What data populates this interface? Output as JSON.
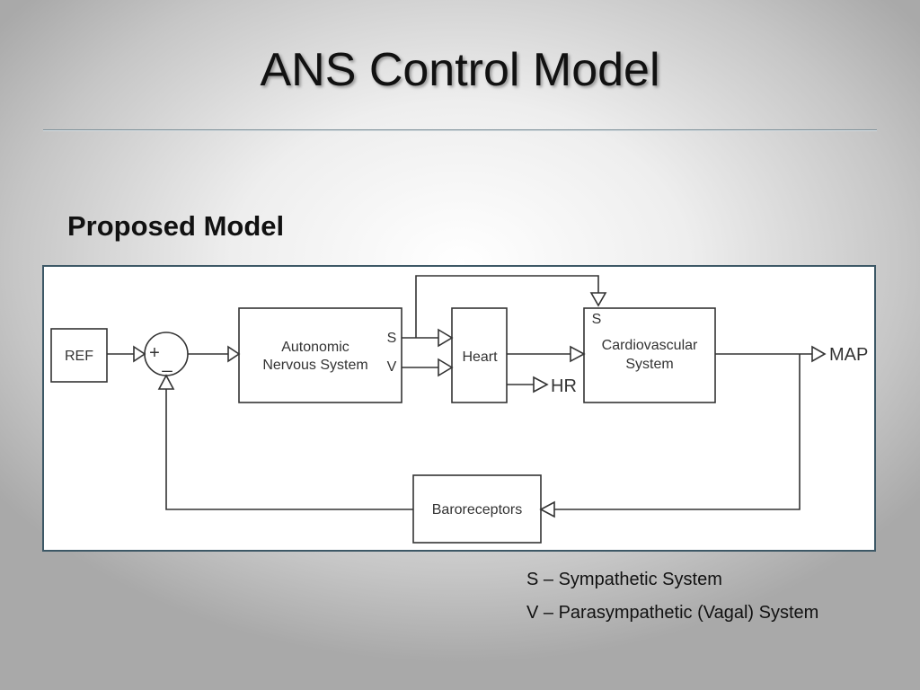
{
  "slide": {
    "title": "ANS Control Model",
    "subtitle": "Proposed Model"
  },
  "diagram": {
    "blocks": {
      "ref": "REF",
      "ans_line1": "Autonomic",
      "ans_line2": "Nervous System",
      "heart": "Heart",
      "cv_line1": "Cardiovascular",
      "cv_line2": "System",
      "baroreceptors": "Baroreceptors"
    },
    "signals": {
      "s": "S",
      "v": "V",
      "s_input": "S",
      "hr": "HR",
      "map": "MAP"
    },
    "summing_junction": {
      "plus": "+",
      "minus": "_"
    }
  },
  "legend": [
    {
      "text": "S – Sympathetic System"
    },
    {
      "text": "V – Parasympathetic (Vagal) System"
    }
  ]
}
